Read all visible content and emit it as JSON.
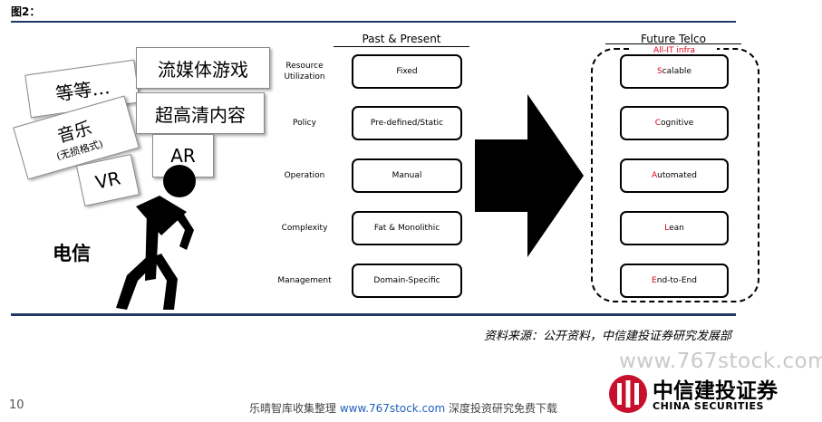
{
  "figure_label": "图2：",
  "left_panel": {
    "cards": {
      "dengdeng": "等等…",
      "liumeiti": "流媒体游戏",
      "yinyue": "音乐",
      "yinyue_sub": "(无损格式)",
      "chaogaoqing": "超高清内容",
      "vr": "VR",
      "ar": "AR"
    },
    "telecom_label": "电信"
  },
  "past_header": "Past & Present",
  "future_header": "Future Telco",
  "all_it_label": "All-IT infra",
  "rows": [
    {
      "label": "Resource\nUtilization",
      "past": "Fixed",
      "future_first": "S",
      "future_rest": "calable"
    },
    {
      "label": "Policy",
      "past": "Pre-defined/Static",
      "future_first": "C",
      "future_rest": "ognitive"
    },
    {
      "label": "Operation",
      "past": "Manual",
      "future_first": "A",
      "future_rest": "utomated"
    },
    {
      "label": "Complexity",
      "past": "Fat & Monolithic",
      "future_first": "L",
      "future_rest": "ean"
    },
    {
      "label": "Management",
      "past": "Domain-Specific",
      "future_first": "E",
      "future_rest": "nd-to-End"
    }
  ],
  "source": "资料来源：公开资料，中信建投证券研究发展部",
  "page_number": "10",
  "footer": {
    "prefix": "乐晴智库收集整理 ",
    "url": "www.767stock.com",
    "suffix": " 深度投资研究免费下载"
  },
  "watermark": "www.767stock.com",
  "logo": {
    "cn": "中信建投证券",
    "en": "CHINA SECURITIES"
  },
  "colors": {
    "rule": "#1f3864",
    "accent": "#e2001a",
    "link": "#1f5fbf"
  }
}
